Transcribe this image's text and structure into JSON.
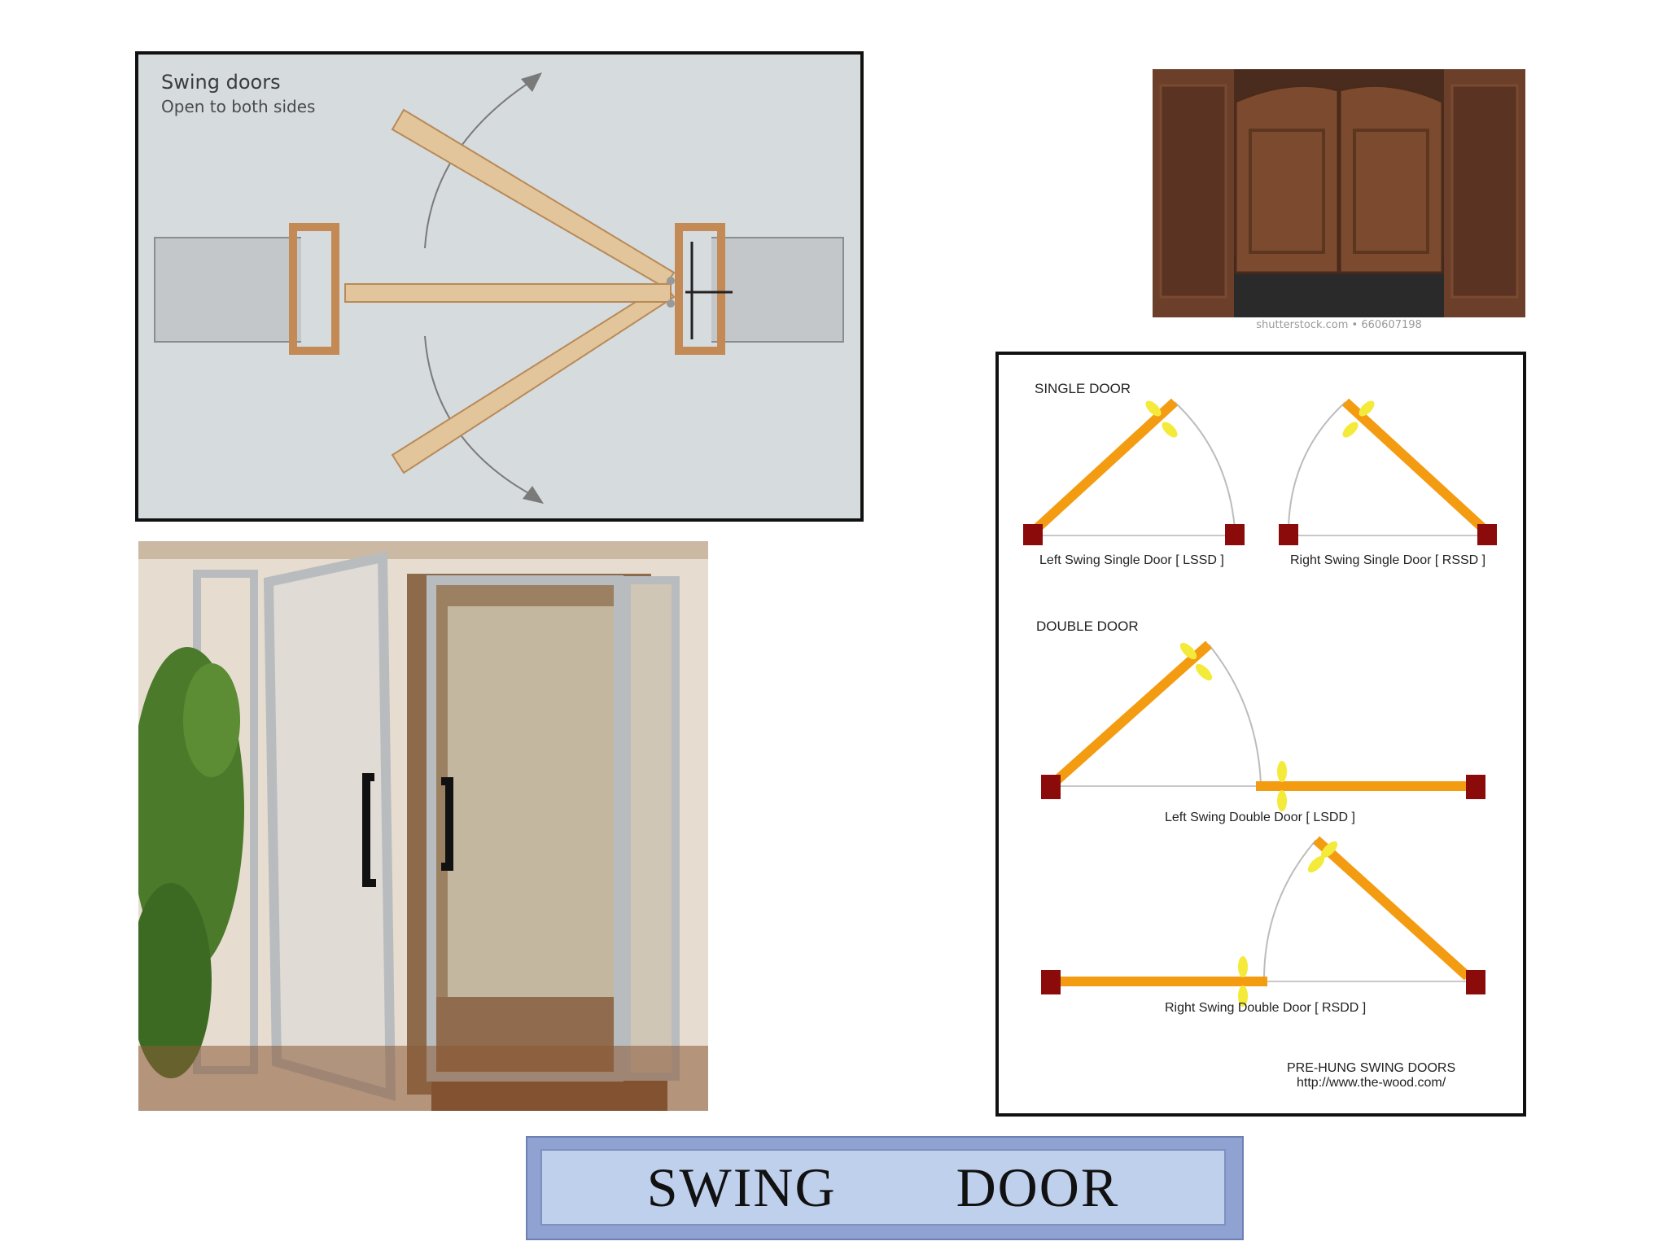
{
  "swing_diagram": {
    "title": "Swing doors",
    "subtitle": "Open to both sides"
  },
  "saloon_photo": {
    "credit": "shutterstock.com • 660607198"
  },
  "door_types": {
    "single_heading": "SINGLE DOOR",
    "double_heading": "DOUBLE DOOR",
    "lssd": "Left Swing Single Door [ LSSD ]",
    "rssd": "Right Swing Single Door [ RSSD ]",
    "lsdd": "Left Swing Double Door [ LSDD ]",
    "rsdd": "Right Swing Double Door [ RSDD ]",
    "footer_title": "PRE-HUNG SWING DOORS",
    "footer_url": "http://www.the-wood.com/"
  },
  "banner": {
    "title": "SWING   DOOR"
  },
  "colors": {
    "door_leaf": "#f39c12",
    "jamb": "#8b0a0a",
    "hinge": "#f4ea3a",
    "banner_fill": "#bfd0ec",
    "banner_border": "#8fa2d1"
  }
}
